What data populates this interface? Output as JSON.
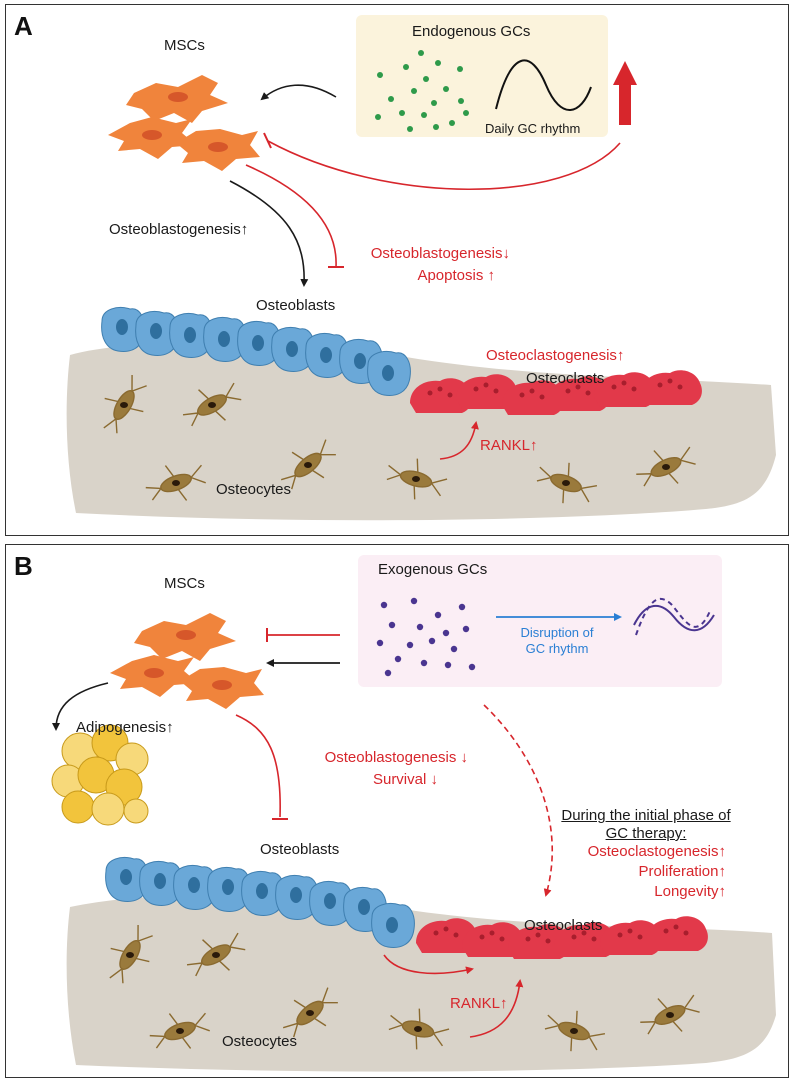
{
  "panel_a": {
    "letter": "A",
    "mscs": "MSCs",
    "endogenous_title": "Endogenous GCs",
    "rhythm_label": "Daily GC rhythm",
    "osteoblastogenesis_up": "Osteoblastogenesis↑",
    "osteoblastogenesis_down": "Osteoblastogenesis↓",
    "apoptosis_up": "Apoptosis ↑",
    "osteoblasts": "Osteoblasts",
    "osteoclastogenesis_up": "Osteoclastogenesis↑",
    "osteoclasts": "Osteoclasts",
    "rankl_up": "RANKL↑",
    "osteocytes": "Osteocytes"
  },
  "panel_b": {
    "letter": "B",
    "mscs": "MSCs",
    "exogenous_title": "Exogenous GCs",
    "disruption_line1": "Disruption of",
    "disruption_line2": "GC rhythm",
    "adipogenesis_up": "Adipogenesis↑",
    "osteoblastogenesis_down": "Osteoblastogenesis ↓",
    "survival_down": "Survival ↓",
    "osteoblasts": "Osteoblasts",
    "initial_phase_line1": "During the initial phase of",
    "initial_phase_line2": "GC therapy:",
    "osteoclastogenesis_up": "Osteoclastogenesis↑",
    "proliferation_up": "Proliferation↑",
    "longevity_up": "Longevity↑",
    "osteoclasts": "Osteoclasts",
    "rankl_up": "RANKL↑",
    "osteocytes": "Osteocytes"
  },
  "colors": {
    "inhibit_red": "#d7262c",
    "stimulate_black": "#1a1a1a",
    "msc_orange": "#f0843c",
    "osteoblast_blue": "#6aa8d8",
    "osteoclast_red": "#e2394a",
    "osteocyte_brown": "#9a7a3c",
    "bone_beige": "#d9d3c9",
    "endogenous_box": "#fbf3dc",
    "exogenous_box": "#fbeef5",
    "endogenous_dots": "#2e9a4a",
    "exogenous_dots": "#4a3590",
    "adipocyte_yellow": "#f2c43c",
    "disruption_arrow_blue": "#2a7fd4"
  }
}
